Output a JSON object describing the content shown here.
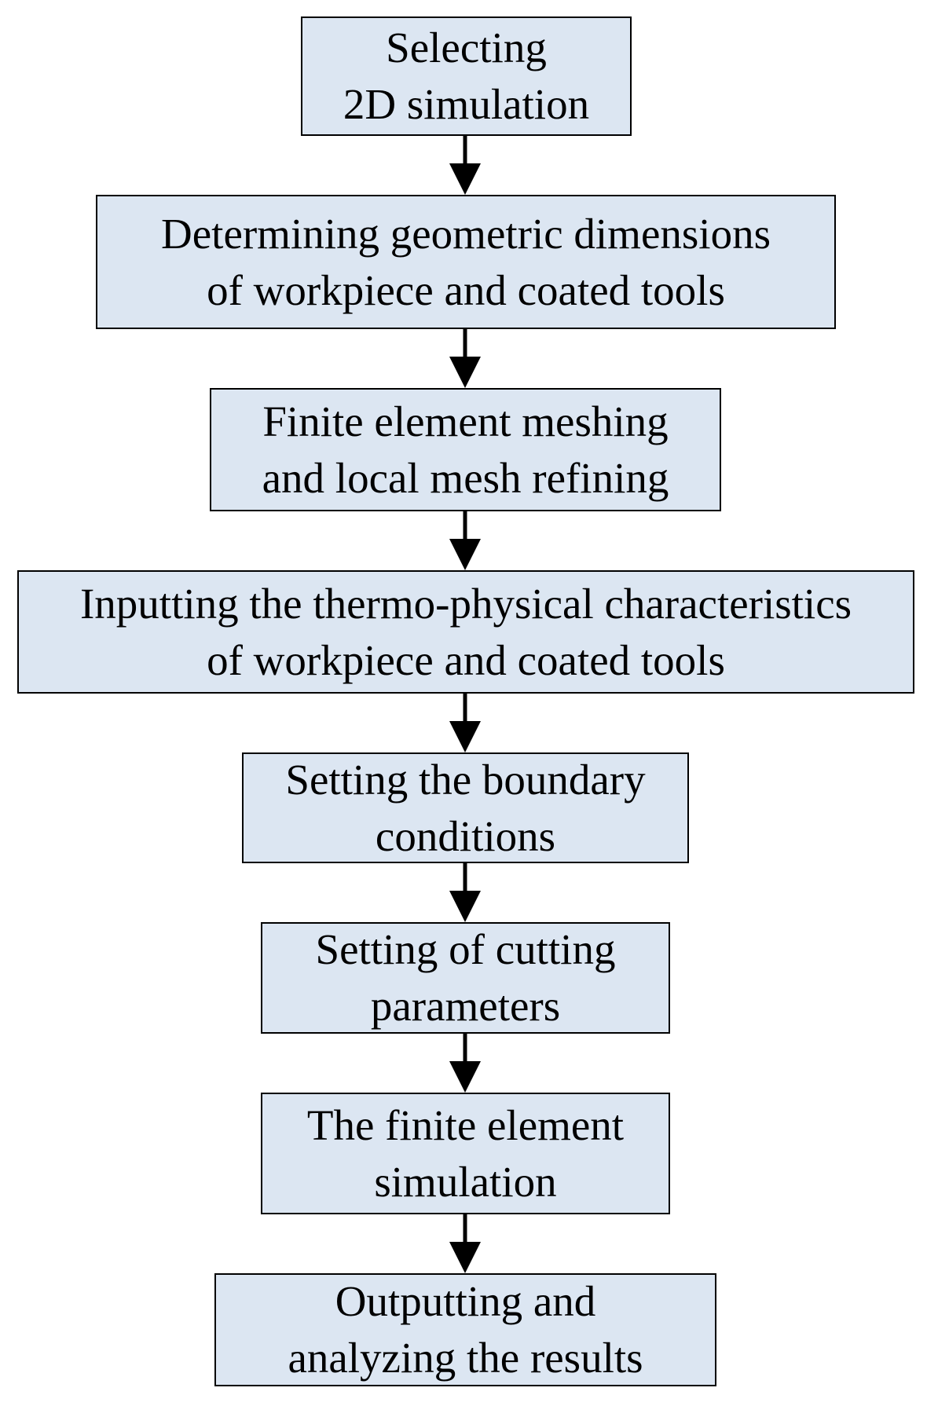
{
  "flowchart": {
    "steps": [
      {
        "lines": [
          "Selecting",
          "2D simulation"
        ]
      },
      {
        "lines": [
          "Determining geometric dimensions",
          "of workpiece and coated tools"
        ]
      },
      {
        "lines": [
          "Finite element meshing",
          "and local mesh refining"
        ]
      },
      {
        "lines": [
          "Inputting the thermo-physical characteristics",
          "of workpiece and coated tools"
        ]
      },
      {
        "lines": [
          "Setting the boundary",
          "conditions"
        ]
      },
      {
        "lines": [
          "Setting of cutting",
          "parameters"
        ]
      },
      {
        "lines": [
          "The finite element",
          "simulation"
        ]
      },
      {
        "lines": [
          "Outputting and",
          "analyzing the results"
        ]
      }
    ]
  },
  "colors": {
    "box_fill": "#dce6f2",
    "stroke": "#000000"
  }
}
